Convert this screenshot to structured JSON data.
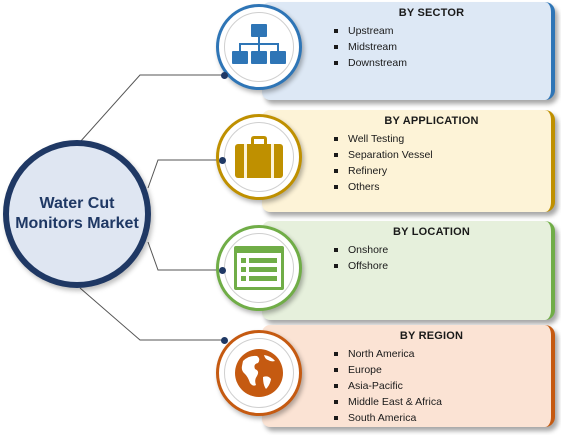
{
  "hub": {
    "line1": "Water Cut",
    "line2": "Monitors Market"
  },
  "segments": [
    {
      "title": "BY SECTOR",
      "items": [
        "Upstream",
        "Midstream",
        "Downstream"
      ],
      "color": "#2e75b6",
      "bg": "#dde8f5",
      "icon": "hierarchy-icon"
    },
    {
      "title": "BY APPLICATION",
      "items": [
        "Well Testing",
        "Separation Vessel",
        "Refinery",
        "Others"
      ],
      "color": "#bf9000",
      "bg": "#fdf3d7",
      "icon": "briefcase-icon"
    },
    {
      "title": "BY LOCATION",
      "items": [
        "Onshore",
        "Offshore"
      ],
      "color": "#70ad47",
      "bg": "#e6f0dc",
      "icon": "list-panel-icon"
    },
    {
      "title": "BY REGION",
      "items": [
        "North America",
        "Europe",
        "Asia-Pacific",
        "Middle East & Africa",
        "South America"
      ],
      "color": "#c55a11",
      "bg": "#fbe3d4",
      "icon": "globe-icon"
    }
  ]
}
